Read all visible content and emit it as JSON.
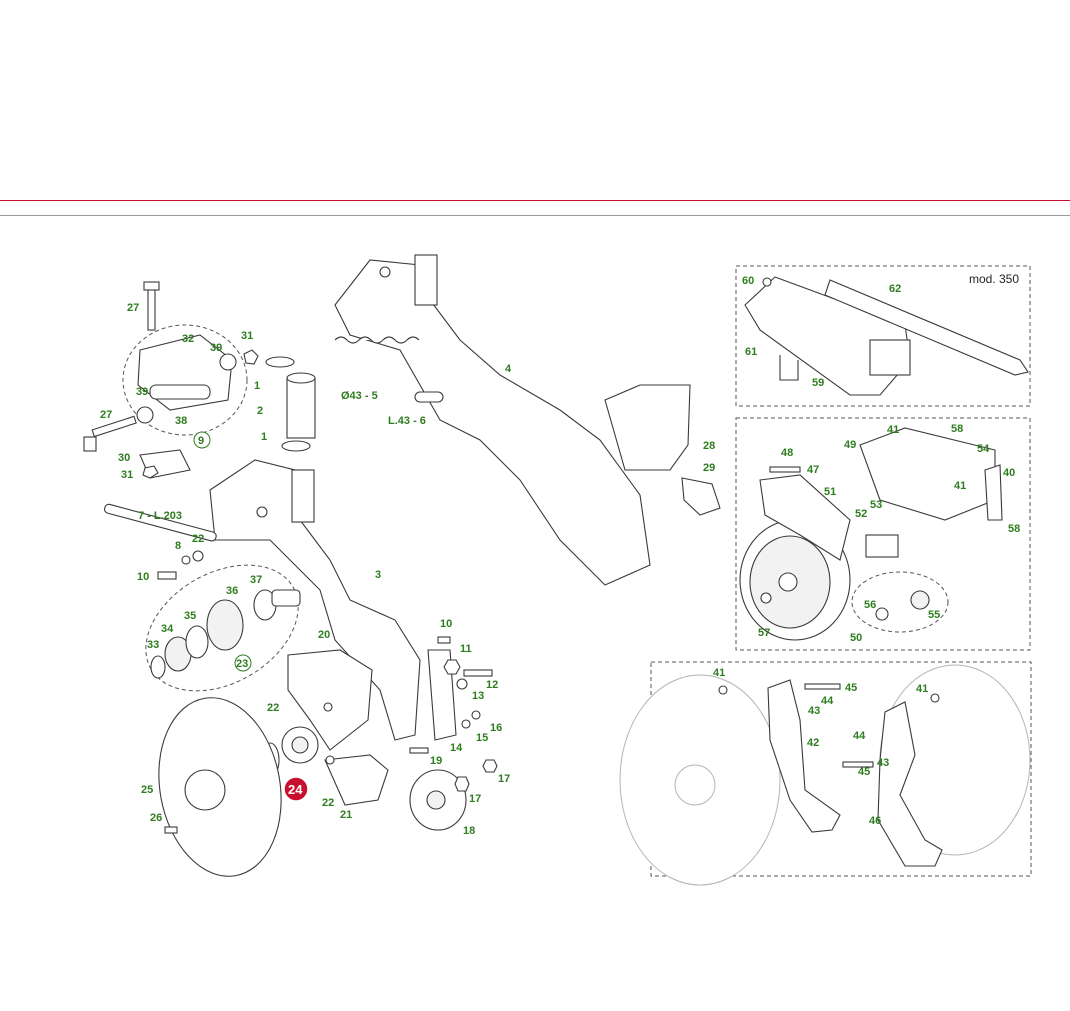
{
  "diagram": {
    "callouts": [
      {
        "id": "c27a",
        "text": "27"
      },
      {
        "id": "c31a",
        "text": "31"
      },
      {
        "id": "c32",
        "text": "32"
      },
      {
        "id": "c39a",
        "text": "39"
      },
      {
        "id": "c1a",
        "text": "1"
      },
      {
        "id": "c39b",
        "text": "39"
      },
      {
        "id": "c38",
        "text": "38"
      },
      {
        "id": "c2",
        "text": "2"
      },
      {
        "id": "c27b",
        "text": "27"
      },
      {
        "id": "c9",
        "text": "9"
      },
      {
        "id": "c1b",
        "text": "1"
      },
      {
        "id": "c30",
        "text": "30"
      },
      {
        "id": "c31b",
        "text": "31"
      },
      {
        "id": "c5",
        "text": "Ø43 - 5"
      },
      {
        "id": "c6",
        "text": "L.43 - 6"
      },
      {
        "id": "c4",
        "text": "4"
      },
      {
        "id": "c7",
        "text": "7 - L.203"
      },
      {
        "id": "c8",
        "text": "8"
      },
      {
        "id": "c22a",
        "text": "22"
      },
      {
        "id": "c10a",
        "text": "10"
      },
      {
        "id": "c3",
        "text": "3"
      },
      {
        "id": "c37",
        "text": "37"
      },
      {
        "id": "c36",
        "text": "36"
      },
      {
        "id": "c35",
        "text": "35"
      },
      {
        "id": "c34",
        "text": "34"
      },
      {
        "id": "c33",
        "text": "33"
      },
      {
        "id": "c23",
        "text": "23"
      },
      {
        "id": "c28",
        "text": "28"
      },
      {
        "id": "c29",
        "text": "29"
      },
      {
        "id": "c20",
        "text": "20"
      },
      {
        "id": "c10b",
        "text": "10"
      },
      {
        "id": "c11",
        "text": "11"
      },
      {
        "id": "c12",
        "text": "12"
      },
      {
        "id": "c13",
        "text": "13"
      },
      {
        "id": "c16",
        "text": "16"
      },
      {
        "id": "c15",
        "text": "15"
      },
      {
        "id": "c14",
        "text": "14"
      },
      {
        "id": "c22b",
        "text": "22"
      },
      {
        "id": "c19",
        "text": "19"
      },
      {
        "id": "c17a",
        "text": "17"
      },
      {
        "id": "c17b",
        "text": "17"
      },
      {
        "id": "c18",
        "text": "18"
      },
      {
        "id": "c25",
        "text": "25"
      },
      {
        "id": "c26",
        "text": "26"
      },
      {
        "id": "c22c",
        "text": "22"
      },
      {
        "id": "c21",
        "text": "21"
      },
      {
        "id": "c60",
        "text": "60"
      },
      {
        "id": "c62",
        "text": "62"
      },
      {
        "id": "c61",
        "text": "61"
      },
      {
        "id": "c59",
        "text": "59"
      },
      {
        "id": "c41a",
        "text": "41"
      },
      {
        "id": "c58a",
        "text": "58"
      },
      {
        "id": "c49",
        "text": "49"
      },
      {
        "id": "c48",
        "text": "48"
      },
      {
        "id": "c47",
        "text": "47"
      },
      {
        "id": "c54",
        "text": "54"
      },
      {
        "id": "c40",
        "text": "40"
      },
      {
        "id": "c41b",
        "text": "41"
      },
      {
        "id": "c51",
        "text": "51"
      },
      {
        "id": "c53",
        "text": "53"
      },
      {
        "id": "c52",
        "text": "52"
      },
      {
        "id": "c58b",
        "text": "58"
      },
      {
        "id": "c56",
        "text": "56"
      },
      {
        "id": "c55",
        "text": "55"
      },
      {
        "id": "c57",
        "text": "57"
      },
      {
        "id": "c50",
        "text": "50"
      },
      {
        "id": "c41c",
        "text": "41"
      },
      {
        "id": "c45a",
        "text": "45"
      },
      {
        "id": "c44a",
        "text": "44"
      },
      {
        "id": "c43a",
        "text": "43"
      },
      {
        "id": "c42",
        "text": "42"
      },
      {
        "id": "c41d",
        "text": "41"
      },
      {
        "id": "c44b",
        "text": "44"
      },
      {
        "id": "c43b",
        "text": "43"
      },
      {
        "id": "c45b",
        "text": "45"
      },
      {
        "id": "c46",
        "text": "46"
      }
    ],
    "highlighted_callout": "24",
    "model_label": "mod. 350",
    "accent_color": "#c8102e",
    "callout_color": "#2e7d1f"
  }
}
